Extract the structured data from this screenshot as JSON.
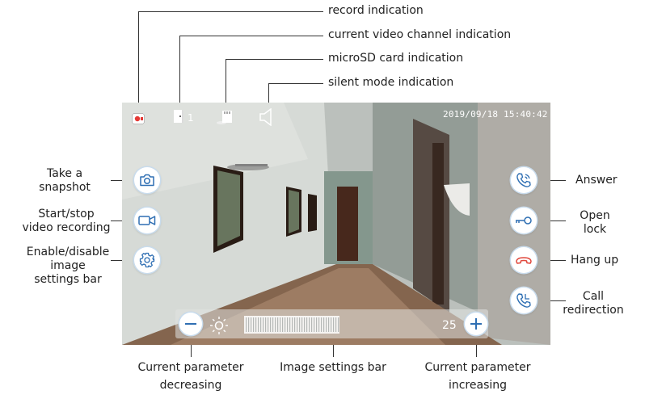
{
  "callouts": {
    "record": "record indication",
    "channel": "current video channel indication",
    "microsd": "microSD card indication",
    "silent": "silent mode indication",
    "snapshot": [
      "Take a",
      "snapshot"
    ],
    "video": [
      "Start/stop",
      "video recording"
    ],
    "settings": [
      "Enable/disable",
      "image",
      "settings bar"
    ],
    "answer": "Answer",
    "open_lock": [
      "Open",
      "lock"
    ],
    "hang_up": "Hang up",
    "redirect": [
      "Call",
      "redirection"
    ],
    "decrease": [
      "Current parameter",
      "decreasing"
    ],
    "bar": "Image settings bar",
    "increase": [
      "Current parameter",
      "increasing"
    ]
  },
  "screen": {
    "datetime": "2019/09/18  15:40:42",
    "channel_number": "1",
    "parameter_value": "25"
  },
  "colors": {
    "accent_blue": "#2f6fb3",
    "hangup_red": "#e0473c",
    "record_red": "#e53935"
  },
  "icons": {
    "left_buttons": [
      "camera-icon",
      "video-camera-icon",
      "gear-icon"
    ],
    "right_buttons": [
      "phone-icon",
      "key-icon",
      "hang-up-icon",
      "call-forward-icon"
    ],
    "bar": [
      "minus-icon",
      "brightness-icon",
      "plus-icon"
    ]
  }
}
